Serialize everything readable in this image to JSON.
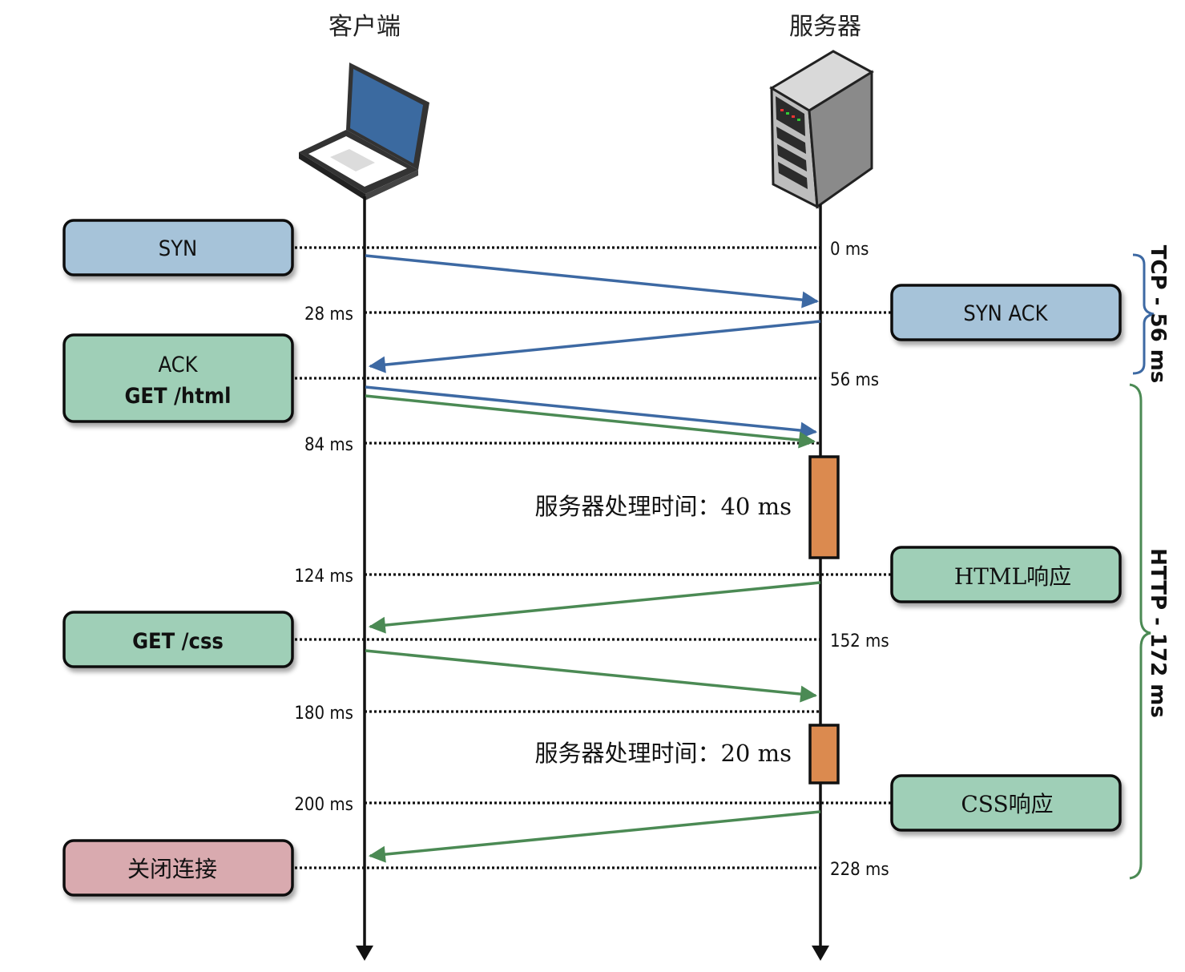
{
  "actors": {
    "client": "客户端",
    "server": "服务器"
  },
  "client_messages": {
    "syn": "SYN",
    "ack_line1": "ACK",
    "ack_line2": "GET /html",
    "get_css": "GET /css",
    "close": "关闭连接"
  },
  "server_messages": {
    "syn_ack": "SYN ACK",
    "html_response": "HTML响应",
    "css_response": "CSS响应"
  },
  "timestamps": {
    "t0": "0 ms",
    "t28": "28 ms",
    "t56": "56 ms",
    "t84": "84 ms",
    "t124": "124 ms",
    "t152": "152 ms",
    "t180": "180 ms",
    "t200": "200 ms",
    "t228": "228 ms"
  },
  "processing": {
    "first": "服务器处理时间：40 ms",
    "second": "服务器处理时间：20 ms"
  },
  "phases": {
    "tcp": "TCP - 56 ms",
    "http": "HTTP - 172 ms"
  },
  "colors": {
    "tcp_arrow": "#3d69a3",
    "http_arrow": "#4b8a54",
    "tcp_box": "#a6c3d9",
    "http_box": "#9fcfb7",
    "close_box": "#d9aaaf",
    "processing_bar": "#db8a4f",
    "laptop_screen": "#3b6aa0"
  },
  "icons": {
    "client": "laptop-icon",
    "server": "server-tower-icon"
  }
}
